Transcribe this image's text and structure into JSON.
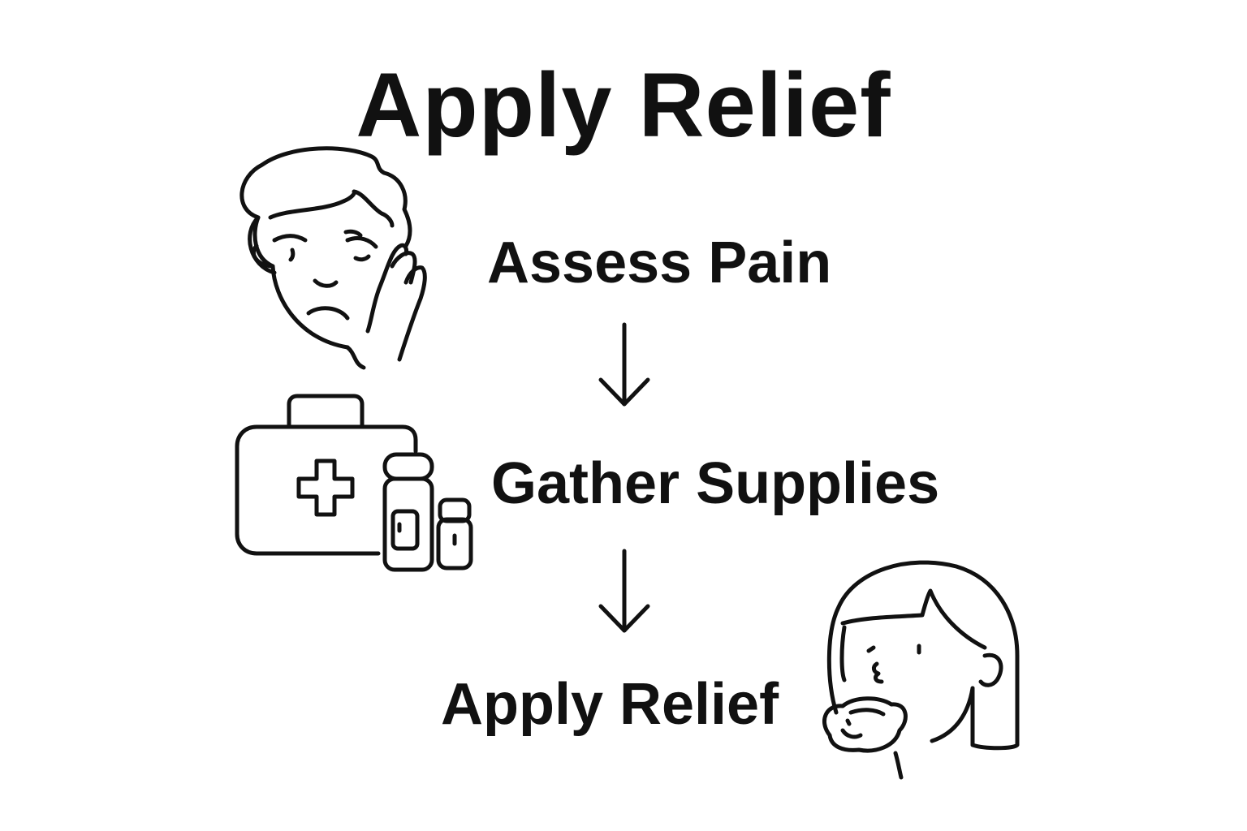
{
  "title": "Apply Relief",
  "steps": [
    {
      "label": "Assess Pain",
      "icon": "person-with-toothache-icon"
    },
    {
      "label": "Gather Supplies",
      "icon": "first-aid-kit-and-bottles-icon"
    },
    {
      "label": "Apply Relief",
      "icon": "person-with-cold-compress-icon"
    }
  ],
  "arrows": [
    "arrow-down-icon",
    "arrow-down-icon"
  ],
  "colors": {
    "ink": "#111111",
    "background": "#ffffff"
  }
}
